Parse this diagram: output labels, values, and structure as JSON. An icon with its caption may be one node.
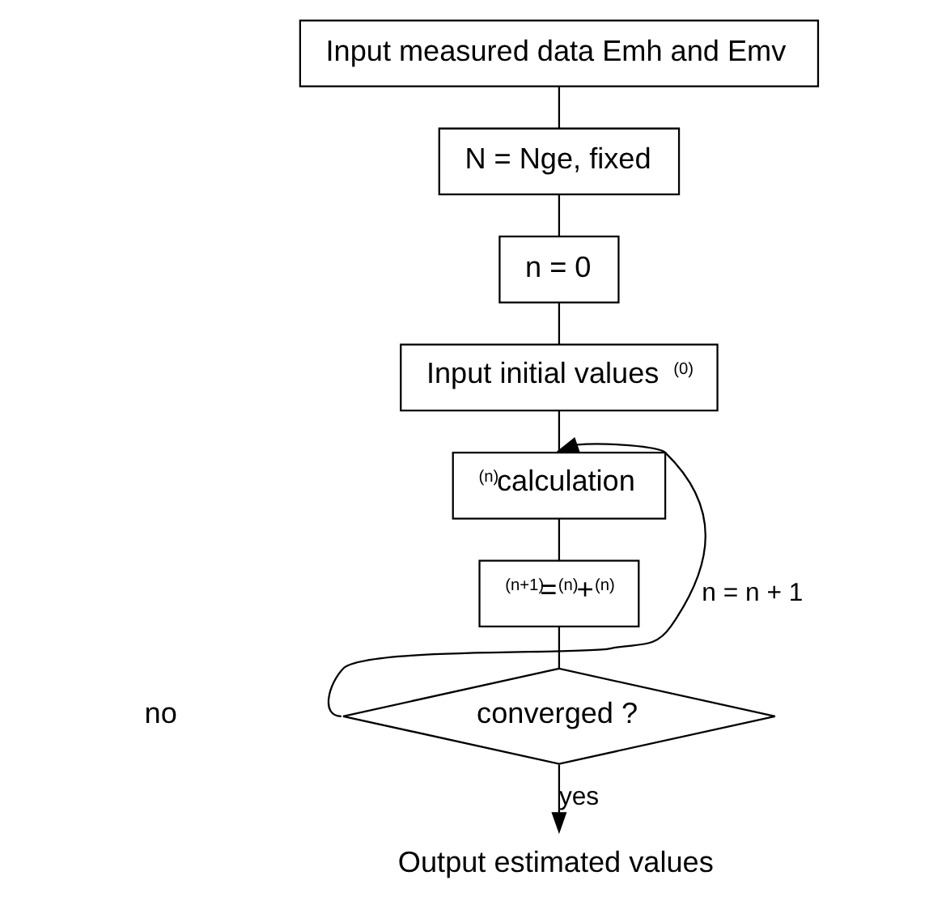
{
  "diagram": {
    "nodes": [
      {
        "text": [
          "Input measured data Emh and Emv"
        ]
      },
      {
        "text": [
          "N = Nge, fixed"
        ]
      },
      {
        "text": [
          "n = 0"
        ]
      },
      {
        "text": [
          "Input initial values $^{(0)}$"
        ]
      },
      {
        "text": [
          "$^{(n)}$calculation"
        ]
      },
      {
        "text": [
          "$^{(n+1)}$=$^{(n)}$+$^{(n)}$"
        ]
      },
      {
        "text": [
          "converged ?"
        ]
      },
      {
        "text": [
          "Output estimated values"
        ]
      }
    ],
    "edges": [
      {
        "from": 0,
        "to": 1,
        "arrow": "none"
      },
      {
        "from": 1,
        "to": 2,
        "arrow": "none"
      },
      {
        "from": 2,
        "to": 3,
        "arrow": "none"
      },
      {
        "from": 3,
        "to": 4,
        "arrow": "none"
      },
      {
        "from": 4,
        "to": 5,
        "arrow": "none"
      },
      {
        "from": 5,
        "to": 6,
        "arrow": "none"
      },
      {
        "from": 6,
        "to": 7,
        "label": "yes",
        "arrow": "to"
      },
      {
        "from": 6,
        "to": 4,
        "label": "n = n + 1",
        "arrow": "to"
      }
    ],
    "labels": [
      "no"
    ]
  }
}
